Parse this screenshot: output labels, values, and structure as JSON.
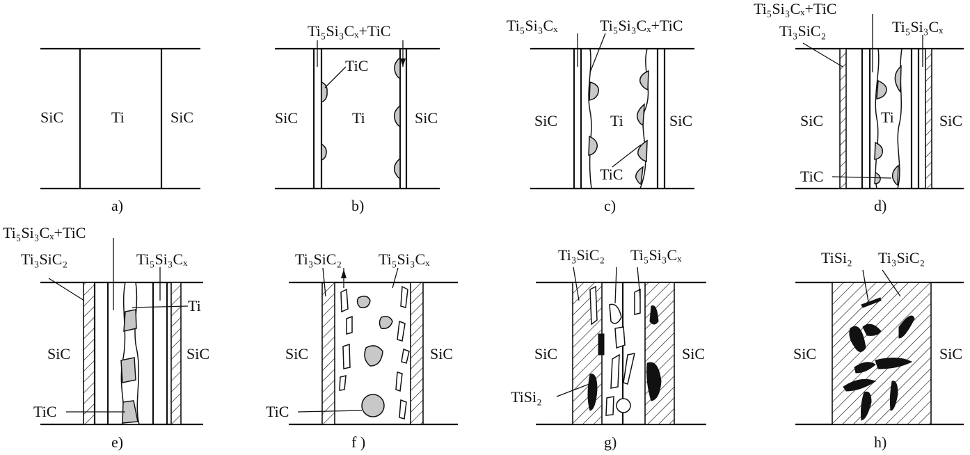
{
  "panels": [
    {
      "caption": "a)",
      "labels": [
        "SiC",
        "Ti",
        "SiC"
      ]
    },
    {
      "caption": "b)",
      "labels": [
        "Ti₅Si₃Cₓ+TiC",
        "TiC",
        "SiC",
        "Ti",
        "SiC"
      ]
    },
    {
      "caption": "c)",
      "labels": [
        "Ti₅Si₃Cₓ",
        "Ti₅Si₃Cₓ+TiC",
        "SiC",
        "Ti",
        "SiC",
        "TiC"
      ]
    },
    {
      "caption": "d)",
      "labels": [
        "Ti₅Si₃Cₓ+TiC",
        "Ti₃SiC₂",
        "Ti₅Si₃Cₓ",
        "SiC",
        "Ti",
        "SiC",
        "TiC"
      ]
    },
    {
      "caption": "e)",
      "labels": [
        "Ti₅Si₃Cₓ+TiC",
        "Ti₃SiC₂",
        "Ti₅Si₃Cₓ",
        "Ti",
        "SiC",
        "SiC",
        "TiC"
      ]
    },
    {
      "caption": "f )",
      "labels": [
        "Ti₃SiC₂",
        "Ti₅Si₃Cₓ",
        "SiC",
        "SiC",
        "TiC"
      ]
    },
    {
      "caption": "g)",
      "labels": [
        "Ti₃SiC₂",
        "Ti₅Si₃Cₓ",
        "SiC",
        "SiC",
        "TiSi₂"
      ]
    },
    {
      "caption": "h)",
      "labels": [
        "TiSi₂",
        "Ti₃SiC₂",
        "SiC",
        "SiC"
      ]
    }
  ]
}
